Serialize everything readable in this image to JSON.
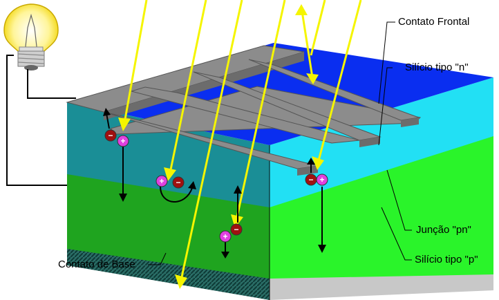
{
  "labels": {
    "front_contact": "Contato Frontal",
    "n_silicon": "Silício tipo \"n\"",
    "pn_junction": "Junção \"pn\"",
    "p_silicon": "Silício tipo \"p\"",
    "base_contact": "Contato de Base"
  },
  "charges": {
    "positive": "+",
    "negative": "−"
  },
  "colors": {
    "n_top": "#0a2ef0",
    "n_side_front": "#1a8e96",
    "n_side_right": "#22e0f4",
    "p_side_front": "#1fa41f",
    "p_side_right": "#2af42a",
    "base_layer": "#1c5a52",
    "contact_grid": "#8c8c8c",
    "light_ray": "#f5f500",
    "hole": "#e040e0",
    "electron": "#a01010"
  }
}
